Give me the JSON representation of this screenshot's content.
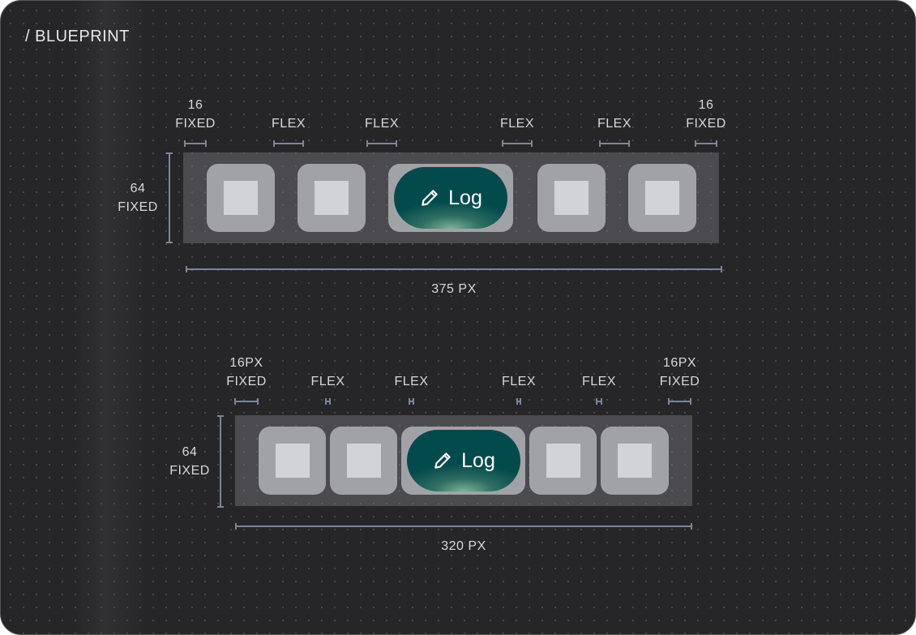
{
  "title": "/ BLUEPRINT",
  "frames": [
    {
      "width_label": "375 PX",
      "height_label": [
        "64",
        "FIXED"
      ],
      "gap_labels": [
        [
          "16",
          "FIXED"
        ],
        [
          "FLEX"
        ],
        [
          "FLEX"
        ],
        [
          "FLEX"
        ],
        [
          "FLEX"
        ],
        [
          "16",
          "FIXED"
        ]
      ],
      "button_label": "Log",
      "button_icon": "pencil-icon"
    },
    {
      "width_label": "320 PX",
      "height_label": [
        "64",
        "FIXED"
      ],
      "gap_labels": [
        [
          "16PX",
          "FIXED"
        ],
        [
          "FLEX"
        ],
        [
          "FLEX"
        ],
        [
          "FLEX"
        ],
        [
          "FLEX"
        ],
        [
          "16PX",
          "FIXED"
        ]
      ],
      "button_label": "Log",
      "button_icon": "pencil-icon"
    }
  ]
}
